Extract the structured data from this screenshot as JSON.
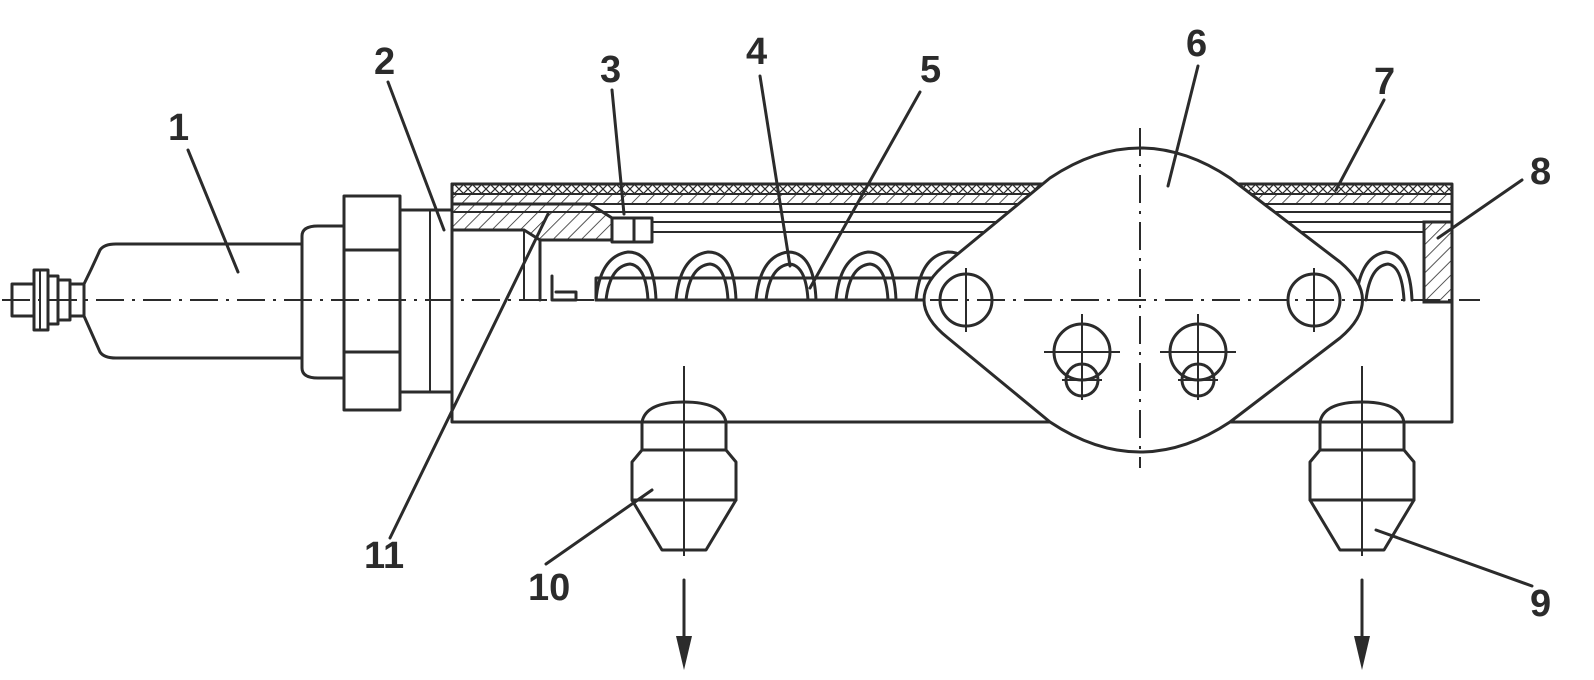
{
  "colors": {
    "ink": "#2b2b2b",
    "background": "#ffffff"
  },
  "callouts": [
    {
      "id": "c1",
      "label": "1"
    },
    {
      "id": "c2",
      "label": "2"
    },
    {
      "id": "c3",
      "label": "3"
    },
    {
      "id": "c4",
      "label": "4"
    },
    {
      "id": "c5",
      "label": "5"
    },
    {
      "id": "c6",
      "label": "6"
    },
    {
      "id": "c7",
      "label": "7"
    },
    {
      "id": "c8",
      "label": "8"
    },
    {
      "id": "c9",
      "label": "9"
    },
    {
      "id": "c10",
      "label": "10"
    },
    {
      "id": "c11",
      "label": "11"
    }
  ]
}
